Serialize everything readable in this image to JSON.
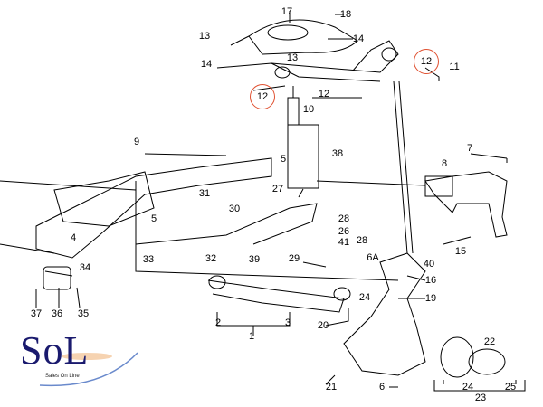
{
  "logo": {
    "text": "SoL",
    "tagline": "Sales On Line"
  },
  "callouts": [
    "17",
    "18",
    "13",
    "14",
    "13",
    "14",
    "12",
    "12",
    "11",
    "12",
    "10",
    "9",
    "38",
    "7",
    "8",
    "5",
    "27",
    "31",
    "30",
    "5",
    "28",
    "26",
    "41",
    "28",
    "4",
    "33",
    "32",
    "39",
    "29",
    "6A",
    "40",
    "15",
    "34",
    "16",
    "19",
    "24",
    "37",
    "36",
    "35",
    "2",
    "3",
    "1",
    "20",
    "22",
    "21",
    "6",
    "24",
    "25",
    "23"
  ],
  "colors": {
    "highlight": "#e05030",
    "logo": "#1a1a6e"
  }
}
